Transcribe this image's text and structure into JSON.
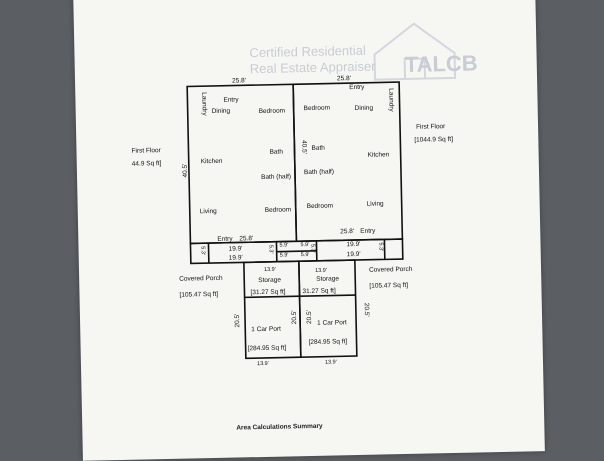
{
  "watermark": {
    "line1": "Certified Residential",
    "line2": "Real Estate Appraiser",
    "logo": "TALCB"
  },
  "left_unit": {
    "top_dim": "25.8'",
    "side_dim": "40.5'",
    "rooms": {
      "entry": "Entry",
      "laundry": "Laundry",
      "dining": "Dining",
      "bedroom1": "Bedroom",
      "kitchen": "Kitchen",
      "bath": "Bath",
      "bath_half": "Bath (half)",
      "living": "Living",
      "bedroom2": "Bedroom",
      "bottom_entry": "Entry"
    },
    "bottom_dim": "25.8'",
    "floor_label": "First Floor",
    "floor_area": "44.9 Sq ft]"
  },
  "right_unit": {
    "top_dim": "25.8'",
    "side_dim": "40.5'",
    "rooms": {
      "entry": "Entry",
      "laundry": "Laundry",
      "bedroom1": "Bedroom",
      "dining": "Dining",
      "bath": "Bath",
      "kitchen": "Kitchen",
      "bath_half": "Bath (half)",
      "bedroom2": "Bedroom",
      "living": "Living",
      "bottom_entry": "Entry"
    },
    "bottom_dim": "25.8'",
    "floor_label": "First Floor",
    "floor_area": "[1044.9 Sq ft]"
  },
  "strip": {
    "left_width": "19.9'",
    "right_width": "19.9'",
    "left_width_bottom": "19.9'",
    "right_width_bottom": "19.9'",
    "small_a": "5.9'",
    "small_b": "5.9'",
    "small_c": "5.9'",
    "small_d": "5.9'",
    "small_vert_l": "5.3'",
    "small_vert_m": "5.3'",
    "small_vert_m2": "5.3'",
    "small_vert_r": "5.3'"
  },
  "left_annex": {
    "porch_label": "Covered Porch",
    "porch_area": "[105.47 Sq ft]",
    "top_dim": "13.9'",
    "storage_label": "Storage",
    "storage_area": "[31.27 Sq ft]",
    "carport_label": "1 Car Port",
    "carport_area": "[284.95 Sq ft]",
    "side_dim": "20.5'",
    "inner_dim": "20.5'",
    "bottom_dim": "13.9'"
  },
  "right_annex": {
    "porch_label": "Covered Porch",
    "porch_area": "[105.47 Sq ft]",
    "top_dim": "13.9'",
    "storage_label": "Storage",
    "storage_area": "31.27 Sq ft]",
    "carport_label": "1 Car Port",
    "carport_area": "[284.95 Sq ft]",
    "side_dim": "20.5'",
    "inner_dim": "20.5'",
    "bottom_dim": "13.9'"
  },
  "summary_title": "Area Calculations Summary"
}
